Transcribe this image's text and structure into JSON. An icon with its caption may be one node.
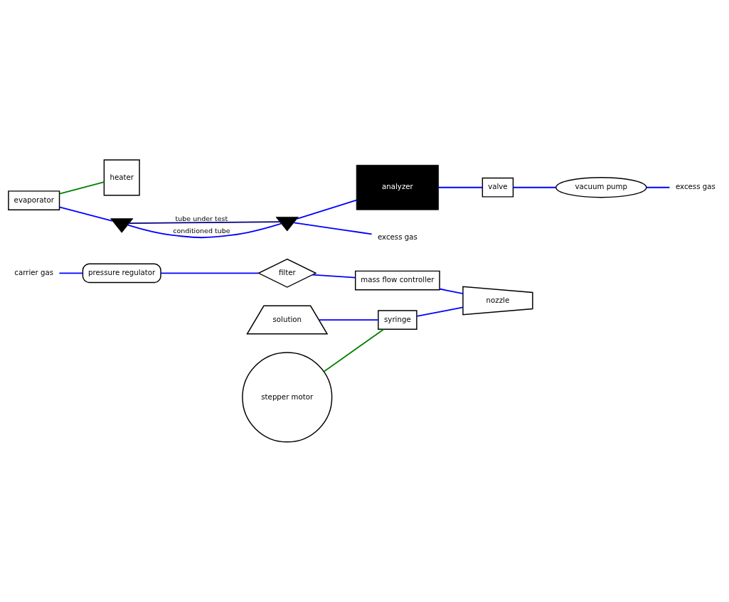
{
  "diagram": {
    "nodes": [
      {
        "text": [
          "carrier gas"
        ]
      },
      {
        "text": [
          "pressure regulator"
        ]
      },
      {
        "text": [
          "filter"
        ]
      },
      {
        "text": [
          "mass flow controller"
        ]
      },
      {
        "text": [
          "nozzle"
        ]
      },
      {
        "text": [
          "evaporator"
        ]
      },
      {
        "text": [
          "heater"
        ]
      },
      {
        "text": [
          "syringe"
        ]
      },
      {
        "text": [
          "solution"
        ]
      },
      {
        "text": [
          "stepper motor"
        ]
      },
      {
        "text": [],
        "shape": "valve"
      },
      {
        "text": [],
        "shape": "valve"
      },
      {
        "text": [
          "analyzer"
        ]
      },
      {
        "text": [
          "valve"
        ]
      },
      {
        "text": [
          "vacuum pump"
        ]
      },
      {
        "text": [
          "excess gas"
        ]
      },
      {
        "text": [
          "excess gas"
        ]
      }
    ],
    "edges": [
      {
        "from": 0,
        "to": 1,
        "arrow": "none"
      },
      {
        "from": 1,
        "to": 2,
        "arrow": "none"
      },
      {
        "from": 2,
        "to": 3,
        "arrow": "none"
      },
      {
        "from": 3,
        "to": 4,
        "arrow": "none"
      },
      {
        "from": 8,
        "to": 7,
        "arrow": "none"
      },
      {
        "from": 7,
        "to": 4,
        "arrow": "none"
      },
      {
        "from": 9,
        "to": 7,
        "arrow": "none",
        "color": "#008000"
      },
      {
        "from": 5,
        "to": 6,
        "arrow": "none",
        "color": "#008000"
      },
      {
        "from": 5,
        "to": 10,
        "arrow": "none"
      },
      {
        "from": 10,
        "to": 11,
        "arrow": "none",
        "label": "tube under test",
        "color": "#000080"
      },
      {
        "from": 10,
        "to": 11,
        "arrow": "none",
        "label": "conditioned tube"
      },
      {
        "from": 11,
        "to": 12,
        "arrow": "none"
      },
      {
        "from": 11,
        "to": 16,
        "arrow": "none"
      },
      {
        "from": 12,
        "to": 13,
        "arrow": "none"
      },
      {
        "from": 13,
        "to": 14,
        "arrow": "none"
      },
      {
        "from": 14,
        "to": 15,
        "arrow": "none"
      }
    ]
  }
}
